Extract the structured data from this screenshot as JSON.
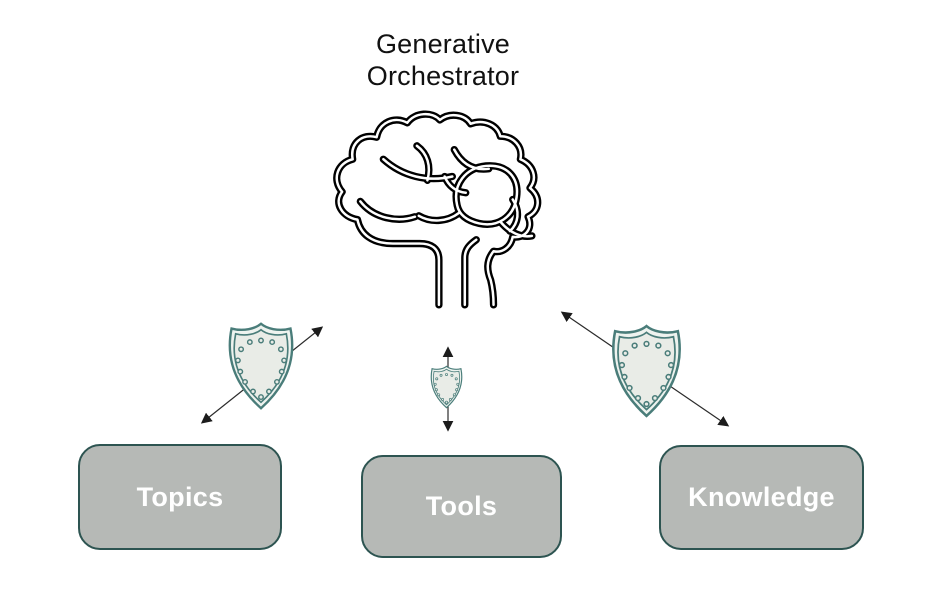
{
  "title": {
    "line1": "Generative",
    "line2": "Orchestrator"
  },
  "nodes": [
    {
      "label": "Topics"
    },
    {
      "label": "Tools"
    },
    {
      "label": "Knowledge"
    }
  ],
  "icons": {
    "brain": "brain-icon",
    "shields": [
      "shield-icon-left",
      "shield-icon-middle",
      "shield-icon-right"
    ],
    "arrows": [
      "bidirectional-arrow-left",
      "bidirectional-arrow-middle",
      "bidirectional-arrow-right"
    ]
  },
  "colors": {
    "background": "#ffffff",
    "title_text": "#111111",
    "brain_stroke": "#000000",
    "shield_border": "#4a7d7a",
    "shield_band": "#eef3ef",
    "shield_fill": "#e9ece7",
    "node_fill": "#b6b9b6",
    "node_border": "#2d5451",
    "node_text": "#ffffff",
    "arrow": "#2b2b2b"
  }
}
